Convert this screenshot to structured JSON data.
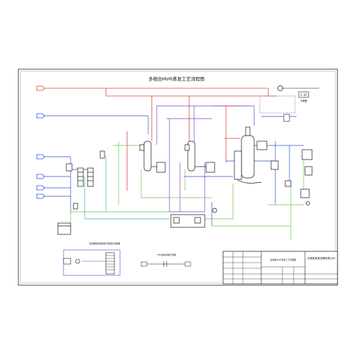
{
  "title": "多相合MVR蒸发工艺流程图",
  "company": "无锡某某蒸发器有限公司",
  "title_block_name": "多相合MVR蒸发工艺流程图",
  "legend_title": "蒸发器视镜控制柜(带报警)流程图",
  "middle_legend_title": "PTC加热控制示意图",
  "condenser_tag": "C-31",
  "condenser_sub": "冷凝器",
  "lines": {
    "steam": "#e0403a",
    "water": "#2a4fd8",
    "condensate": "#7a3fbf",
    "material": "#6fc24a",
    "cooling": "#2ab0c8",
    "equipment": "#111111"
  }
}
